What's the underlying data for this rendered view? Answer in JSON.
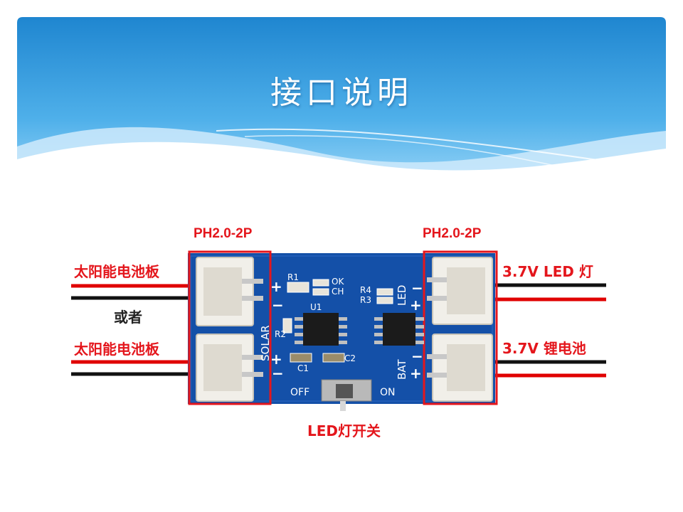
{
  "slide": {
    "title": "接口说明"
  },
  "connectors": {
    "left_header": "PH2.0-2P",
    "right_header": "PH2.0-2P"
  },
  "labels": {
    "solar_top": "太阳能电池板",
    "or": "或者",
    "solar_bottom": "太阳能电池板",
    "led_lamp": "3.7V LED 灯",
    "li_battery": "3.7V 锂电池",
    "led_switch": "LED灯开关"
  },
  "board": {
    "silk_solar": "SOLAR",
    "silk_led": "LED",
    "silk_bat": "BAT",
    "silk_ok": "OK",
    "silk_ch": "CH",
    "silk_r1": "R1",
    "silk_r2": "R2",
    "silk_r3": "R3",
    "silk_r4": "R4",
    "silk_u1": "U1",
    "silk_c1": "C1",
    "silk_c2": "C2",
    "silk_off": "OFF",
    "silk_on": "ON",
    "plus": "+",
    "minus": "−"
  },
  "colors": {
    "header_blue": "#2a8fd4",
    "highlight_red": "#e4161c",
    "pcb_blue": "#1450a8",
    "wire_red": "#e00000",
    "wire_black": "#111111"
  }
}
